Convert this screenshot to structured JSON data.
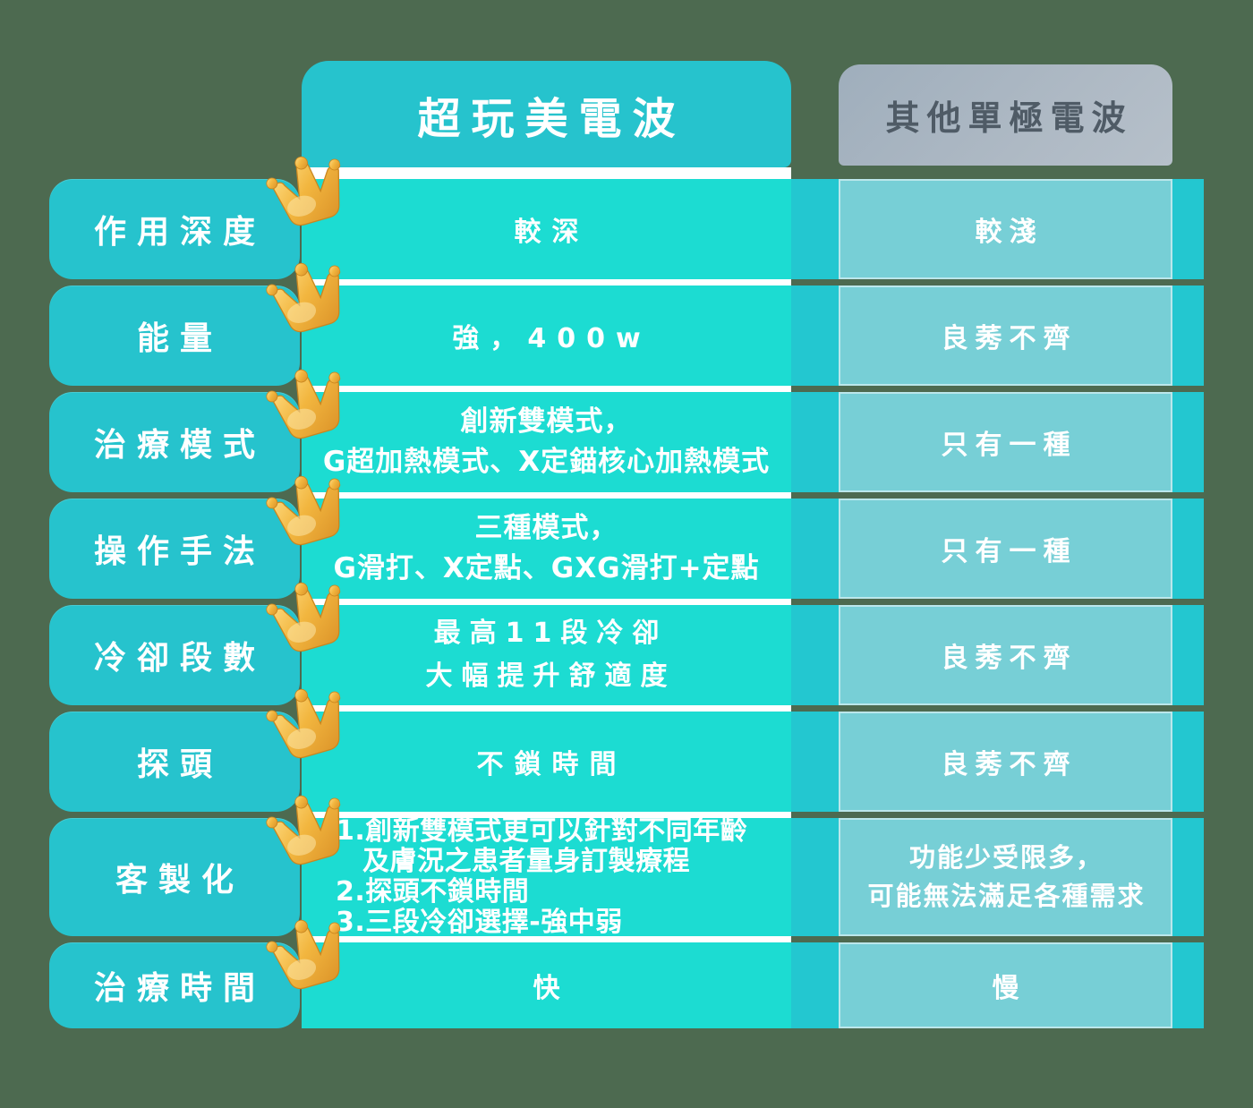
{
  "header": {
    "main": "超玩美電波",
    "other": "其他單極電波"
  },
  "rows": [
    {
      "label": "作用深度",
      "main": "較深",
      "other": "較淺"
    },
    {
      "label": "能量",
      "main": "強，400w",
      "other": "良莠不齊"
    },
    {
      "label": "治療模式",
      "main_line1": "創新雙模式，",
      "main_line2": "G超加熱模式、X定錨核心加熱模式",
      "other": "只有一種"
    },
    {
      "label": "操作手法",
      "main_line1": "三種模式，",
      "main_line2": "G滑打、X定點、GXG滑打+定點",
      "other": "只有一種"
    },
    {
      "label": "冷卻段數",
      "main_line1": "最高11段冷卻",
      "main_line2": "大幅提升舒適度",
      "other": "良莠不齊"
    },
    {
      "label": "探頭",
      "main": "不鎖時間",
      "other": "良莠不齊"
    },
    {
      "label": "客製化",
      "main_item1": "1.創新雙模式更可以針對不同年齡",
      "main_item1b": "及膚況之患者量身訂製療程",
      "main_item2": "2.探頭不鎖時間",
      "main_item3": "3.三段冷卻選擇-強中弱",
      "other_line1": "功能少受限多，",
      "other_line2": "可能無法滿足各種需求"
    },
    {
      "label": "治療時間",
      "main": "快",
      "other": "慢"
    }
  ],
  "badge_icon": "crown",
  "colors": {
    "background": "#4d6a50",
    "label_teal": "#26c3cd",
    "main_row_turquoise": "#1cdcd2",
    "other_band_teal": "#23c7d0",
    "other_cell_teal": "#77cfd6",
    "other_header_gray": "#aab5c1",
    "other_header_text": "#4f5b66",
    "separator_white": "#ffffff",
    "crown_gold": "#f2b63f"
  }
}
